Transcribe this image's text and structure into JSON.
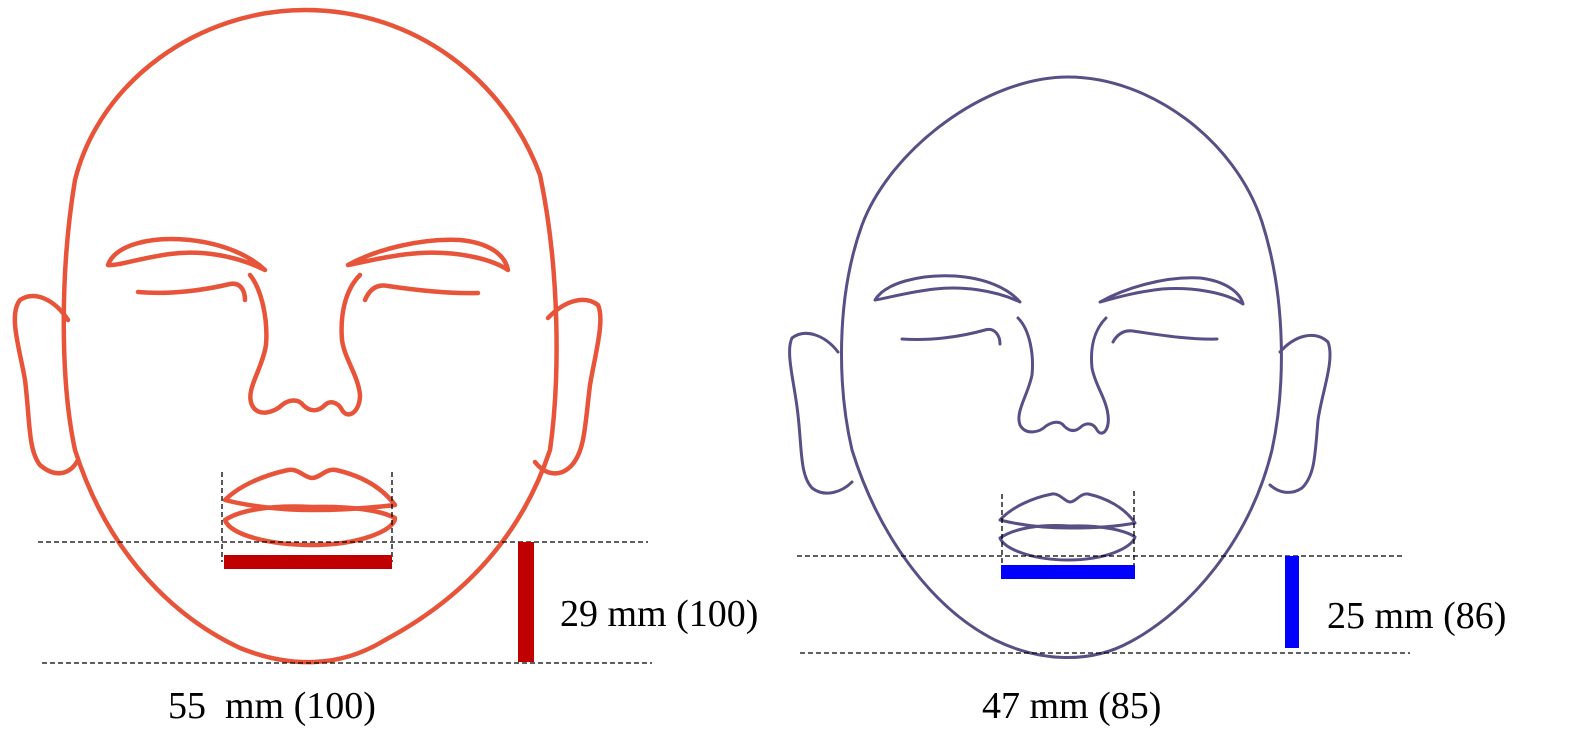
{
  "faces": {
    "left": {
      "outline_color": "#e8543a",
      "bar_color": "#c00000",
      "width_label": "55  mm (100)",
      "height_label": "29 mm (100)"
    },
    "right": {
      "outline_color": "#5a4e86",
      "bar_color": "#0000ff",
      "width_label": "47 mm (85)",
      "height_label": "25 mm (86)"
    }
  }
}
